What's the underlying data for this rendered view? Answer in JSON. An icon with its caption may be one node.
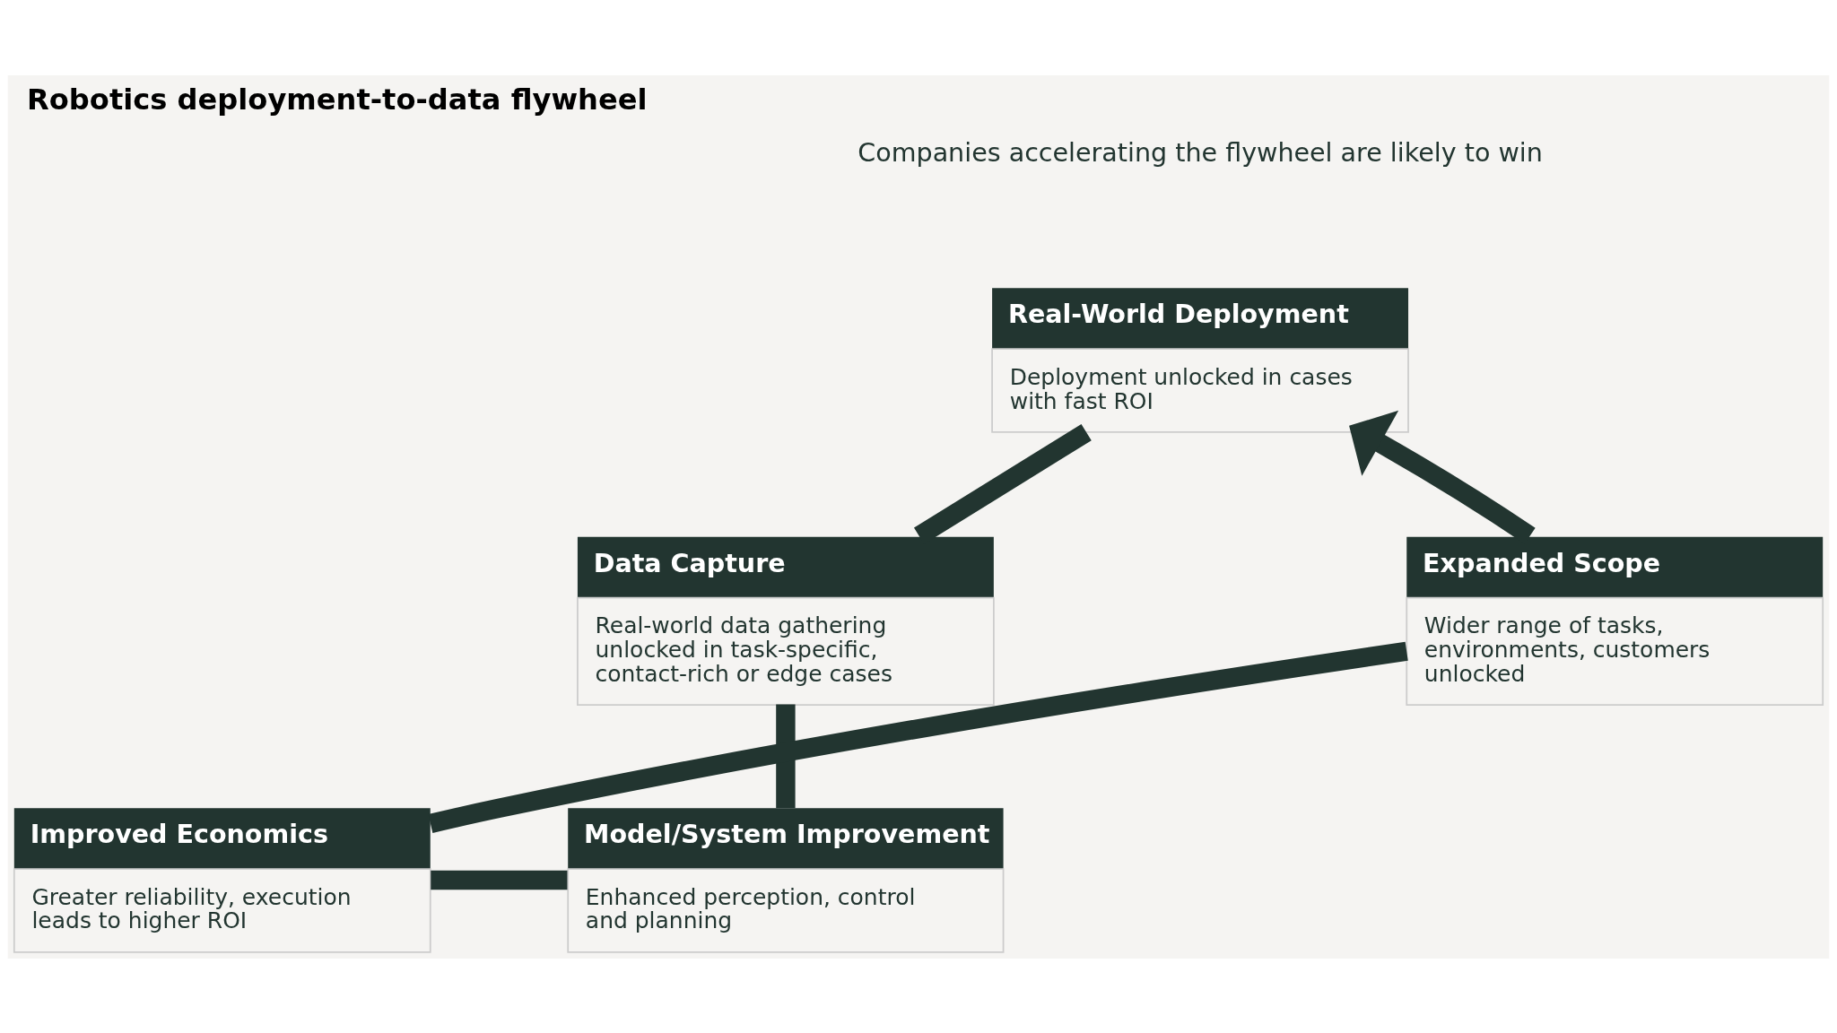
{
  "diagram": {
    "title": "Robotics deployment-to-data flywheel",
    "nodes": [
      {
        "text": [
          "Real-World Deployment",
          "Deployment unlocked in cases with fast ROI"
        ]
      },
      {
        "text": [
          "Data Capture",
          "Real-world data gathering unlocked in task-specific, contact-rich or edge cases"
        ]
      },
      {
        "text": [
          "Model/System Improvement",
          "Enhanced perception, control and planning"
        ]
      },
      {
        "text": [
          "Improved Economics",
          "Greater reliability, execution leads to higher ROI"
        ]
      },
      {
        "text": [
          "Expanded Scope",
          "Wider range of tasks, environments, customers unlocked"
        ]
      }
    ],
    "edges": [
      {
        "from": 0,
        "to": 1,
        "arrow": "none"
      },
      {
        "from": 1,
        "to": 2,
        "arrow": "none"
      },
      {
        "from": 2,
        "to": 3,
        "arrow": "none"
      },
      {
        "from": 3,
        "to": 4,
        "arrow": "none"
      },
      {
        "from": 4,
        "to": 0,
        "arrow": "to"
      }
    ],
    "labels": [
      "Companies accelerating the flywheel are likely to win"
    ]
  }
}
